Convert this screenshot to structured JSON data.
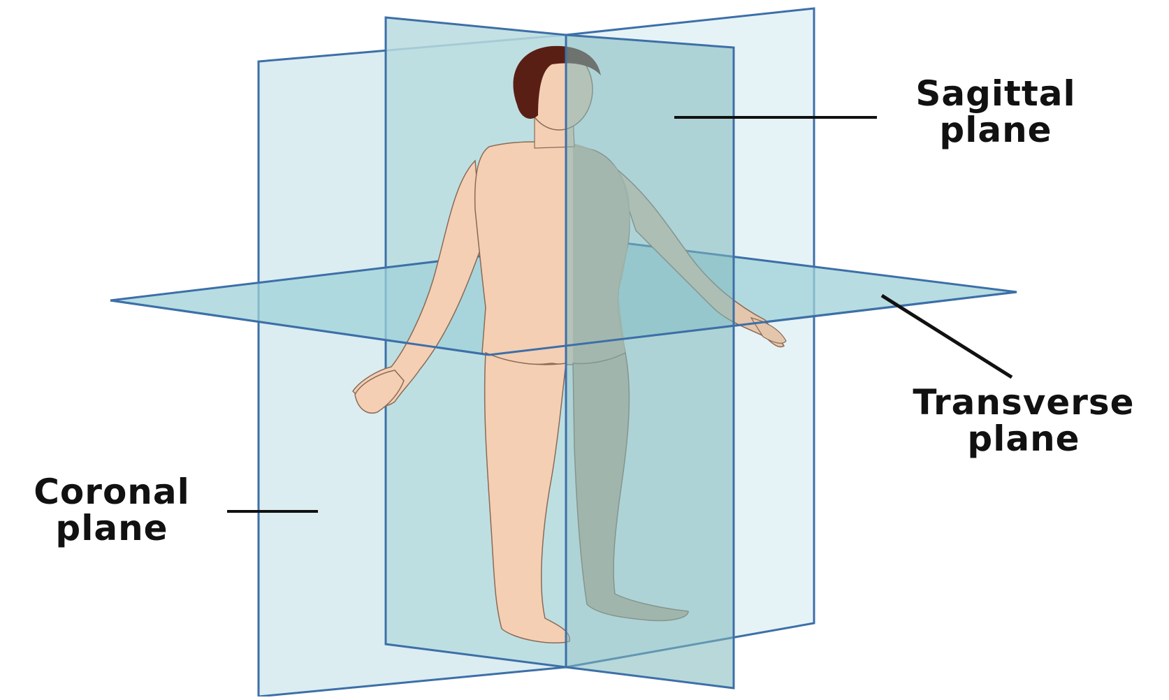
{
  "labels": {
    "sagittal": {
      "line1": "Sagittal",
      "line2": "plane"
    },
    "transverse": {
      "line1": "Transverse",
      "line2": "plane"
    },
    "coronal": {
      "line1": "Coronal",
      "line2": "plane"
    }
  },
  "colors": {
    "plane_edge": "#3d6fa8",
    "coronal_fill": "#d7ebf0",
    "sagittal_fill": "#8fc4c6",
    "transverse_fill": "#9fd2d8",
    "skin": "#f4cfb4",
    "skin_shadow": "#c7b29a",
    "hair": "#5a1f14",
    "text": "#111111"
  }
}
